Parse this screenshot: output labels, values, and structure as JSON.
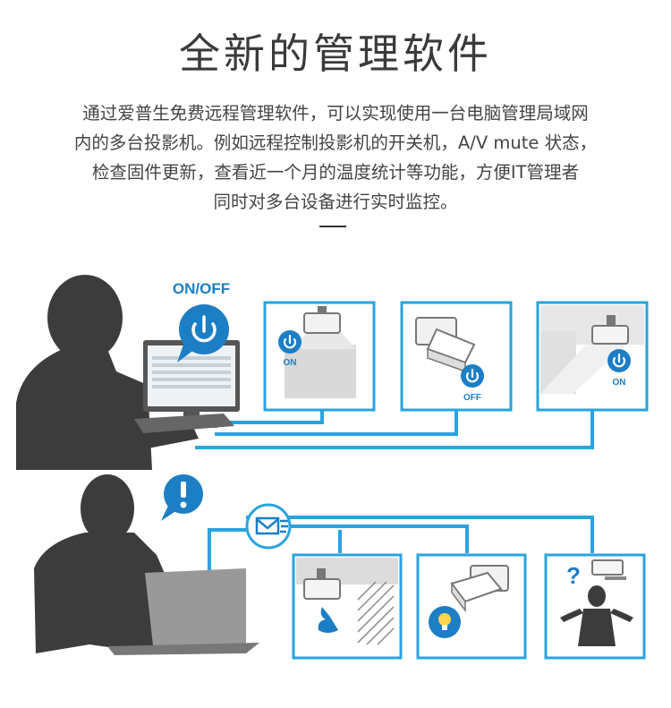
{
  "title": "全新的管理软件",
  "intro_lines": [
    "通过爱普生免费远程管理软件，可以实现使用一台电脑管理局域网",
    "内的多台投影机。例如远程控制投影机的开关机，A/V mute 状态，",
    "检查固件更新，查看近一个月的温度统计等功能，方便IT管理者",
    "同时对多台设备进行实时监控。"
  ],
  "diagram": {
    "onoff_label": "ON/OFF",
    "panel1_status": "ON",
    "panel2_status": "OFF",
    "panel3_status": "ON",
    "colors": {
      "accent": "#1c7ec5",
      "line": "#2aa3df",
      "silhouette": "#3c3c3c"
    }
  }
}
